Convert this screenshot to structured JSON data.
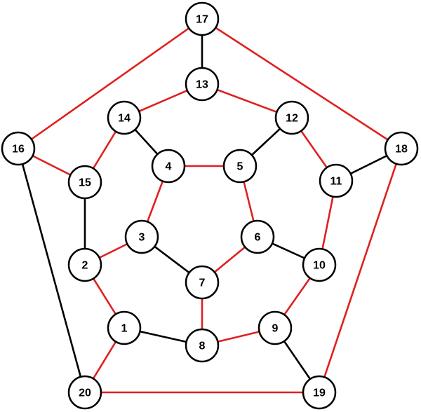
{
  "colors": {
    "red_edge": "#e02020",
    "black_edge": "#000000",
    "node_fill": "#ffffff",
    "node_stroke": "#000000"
  },
  "nodes": [
    {
      "id": "1",
      "label": "1"
    },
    {
      "id": "2",
      "label": "2"
    },
    {
      "id": "3",
      "label": "3"
    },
    {
      "id": "4",
      "label": "4"
    },
    {
      "id": "5",
      "label": "5"
    },
    {
      "id": "6",
      "label": "6"
    },
    {
      "id": "7",
      "label": "7"
    },
    {
      "id": "8",
      "label": "8"
    },
    {
      "id": "9",
      "label": "9"
    },
    {
      "id": "10",
      "label": "10"
    },
    {
      "id": "11",
      "label": "11"
    },
    {
      "id": "12",
      "label": "12"
    },
    {
      "id": "13",
      "label": "13"
    },
    {
      "id": "14",
      "label": "14"
    },
    {
      "id": "15",
      "label": "15"
    },
    {
      "id": "16",
      "label": "16"
    },
    {
      "id": "17",
      "label": "17"
    },
    {
      "id": "18",
      "label": "18"
    },
    {
      "id": "19",
      "label": "19"
    },
    {
      "id": "20",
      "label": "20"
    }
  ],
  "edges": [
    {
      "from": "17",
      "to": "13",
      "color": "black"
    },
    {
      "from": "17",
      "to": "16",
      "color": "red"
    },
    {
      "from": "17",
      "to": "18",
      "color": "red"
    },
    {
      "from": "13",
      "to": "14",
      "color": "red"
    },
    {
      "from": "13",
      "to": "12",
      "color": "red"
    },
    {
      "from": "14",
      "to": "4",
      "color": "black"
    },
    {
      "from": "14",
      "to": "15",
      "color": "red"
    },
    {
      "from": "12",
      "to": "5",
      "color": "black"
    },
    {
      "from": "12",
      "to": "11",
      "color": "red"
    },
    {
      "from": "16",
      "to": "15",
      "color": "red"
    },
    {
      "from": "16",
      "to": "20",
      "color": "black"
    },
    {
      "from": "18",
      "to": "11",
      "color": "black"
    },
    {
      "from": "18",
      "to": "19",
      "color": "red"
    },
    {
      "from": "4",
      "to": "5",
      "color": "red"
    },
    {
      "from": "4",
      "to": "3",
      "color": "red"
    },
    {
      "from": "5",
      "to": "6",
      "color": "red"
    },
    {
      "from": "15",
      "to": "2",
      "color": "black"
    },
    {
      "from": "11",
      "to": "10",
      "color": "red"
    },
    {
      "from": "3",
      "to": "2",
      "color": "red"
    },
    {
      "from": "3",
      "to": "7",
      "color": "black"
    },
    {
      "from": "6",
      "to": "7",
      "color": "red"
    },
    {
      "from": "6",
      "to": "10",
      "color": "black"
    },
    {
      "from": "2",
      "to": "1",
      "color": "red"
    },
    {
      "from": "7",
      "to": "8",
      "color": "red"
    },
    {
      "from": "10",
      "to": "9",
      "color": "red"
    },
    {
      "from": "1",
      "to": "8",
      "color": "black"
    },
    {
      "from": "1",
      "to": "20",
      "color": "red"
    },
    {
      "from": "8",
      "to": "9",
      "color": "red"
    },
    {
      "from": "9",
      "to": "19",
      "color": "black"
    },
    {
      "from": "20",
      "to": "19",
      "color": "red"
    }
  ]
}
